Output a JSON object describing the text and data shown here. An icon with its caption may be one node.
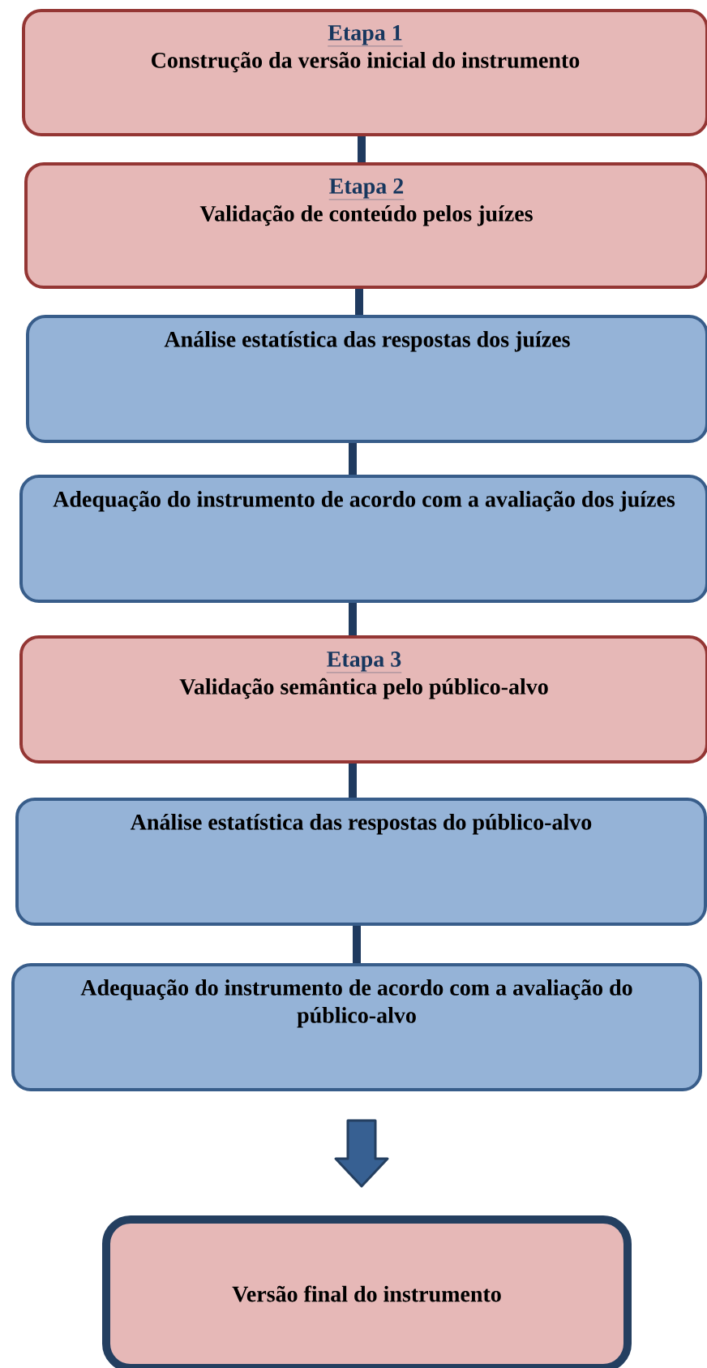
{
  "diagram": {
    "nodes": [
      {
        "text": [
          "Etapa 1",
          "Construção da versão inicial do instrumento"
        ]
      },
      {
        "text": [
          "Etapa 2",
          "Validação de conteúdo pelos juízes"
        ]
      },
      {
        "text": [
          "Análise estatística das respostas dos juízes"
        ]
      },
      {
        "text": [
          "Adequação do instrumento de acordo com a avaliação dos juízes"
        ]
      },
      {
        "text": [
          "Etapa 3",
          "Validação semântica pelo público-alvo"
        ]
      },
      {
        "text": [
          "Análise estatística das respostas do público-alvo"
        ]
      },
      {
        "text": [
          "Adequação do instrumento de acordo com a avaliação do público-alvo"
        ]
      },
      {
        "text": [
          "Versão final do instrumento"
        ]
      }
    ],
    "edges": [
      {
        "from": 0,
        "to": 1,
        "arrow": "none"
      },
      {
        "from": 1,
        "to": 2,
        "arrow": "none"
      },
      {
        "from": 2,
        "to": 3,
        "arrow": "none"
      },
      {
        "from": 3,
        "to": 4,
        "arrow": "none"
      },
      {
        "from": 4,
        "to": 5,
        "arrow": "none"
      },
      {
        "from": 5,
        "to": 6,
        "arrow": "none"
      },
      {
        "from": 6,
        "to": 7,
        "arrow": "to",
        "style": "thick"
      }
    ]
  }
}
